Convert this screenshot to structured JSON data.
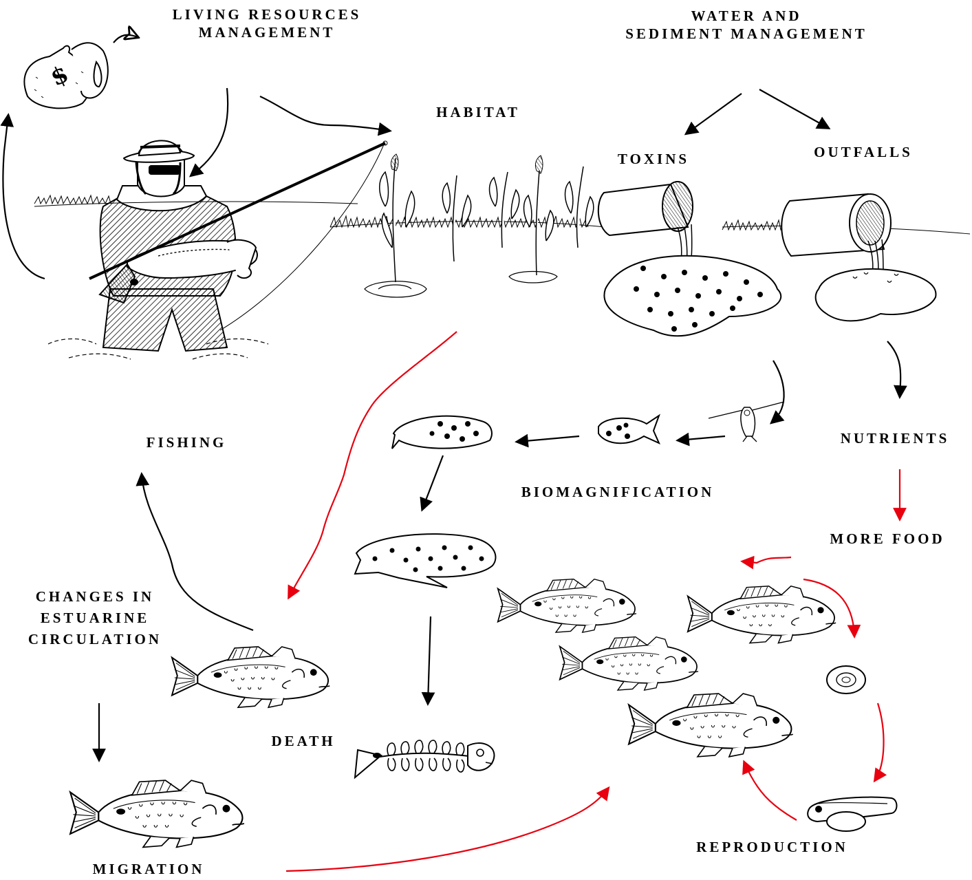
{
  "labels": {
    "living_resources": [
      "LIVING RESOURCES",
      "MANAGEMENT"
    ],
    "water_sediment": [
      "WATER  AND",
      "SEDIMENT MANAGEMENT"
    ],
    "habitat": "HABITAT",
    "toxins": "TOXINS",
    "outfalls": "OUTFALLS",
    "fishing": "FISHING",
    "nutrients": "NUTRIENTS",
    "biomagnification": "BIOMAGNIFICATION",
    "more_food": "MORE FOOD",
    "changes": [
      "CHANGES IN",
      "ESTUARINE",
      "CIRCULATION"
    ],
    "death": "DEATH",
    "migration": "MIGRATION",
    "reproduction": "REPRODUCTION",
    "money_bag_symbol": "$"
  },
  "colors": {
    "ink": "#000000",
    "red_arrow": "#e8000f",
    "background": "#ffffff"
  },
  "icons": [
    "money-bag-icon",
    "fisherman-icon",
    "marsh-grass-icon",
    "toxin-pipe-icon",
    "outfall-pipe-icon",
    "copepod-icon",
    "contaminated-fish-icon",
    "fish-skeleton-icon",
    "fish-egg-icon",
    "fish-larva-icon",
    "red-drum-fish-icon"
  ]
}
